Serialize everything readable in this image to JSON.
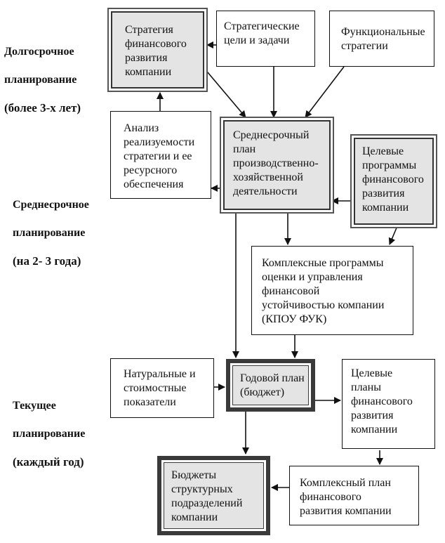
{
  "levels": {
    "long": {
      "line1": "Долгосрочное",
      "line2": "планирование",
      "line3": "(более 3-х лет)"
    },
    "mid": {
      "line1": "Среднесрочное",
      "line2": "планирование",
      "line3": "(на 2- 3 года)"
    },
    "current": {
      "line1": "Текущее",
      "line2": "планирование",
      "line3": "(каждый год)"
    }
  },
  "boxes": {
    "financial_strategy": "Стратегия\nфинансового\nразвития\nкомпании",
    "strategic_goals": "Стратегические\nцели и задачи",
    "functional_strategies": "Функциональные\nстратегии",
    "feasibility_analysis": "Анализ\nреализуемости\nстратегии и ее\nресурсного\nобеспечения",
    "midterm_plan": "Среднесрочный\nплан\nпроизводственно-\nхозяйственной\nдеятельности",
    "target_programs": "Целевые\nпрограммы\nфинансового\nразвития\nкомпании",
    "complex_programs": "Комплексные программы\nоценки и управления\nфинансовой\nустойчивостью компании\n(КПОУ ФУК)",
    "indicators": "Натуральные и\nстоимостные\nпоказатели",
    "annual_plan": "Годовой план\n(бюджет)",
    "target_plans": "Целевые\nпланы\nфинансового\nразвития\nкомпании",
    "unit_budgets": "Бюджеты\nструктурных\nподразделений\nкомпании",
    "complex_plan": "Комплексный план\nфинансового\nразвития компании"
  }
}
